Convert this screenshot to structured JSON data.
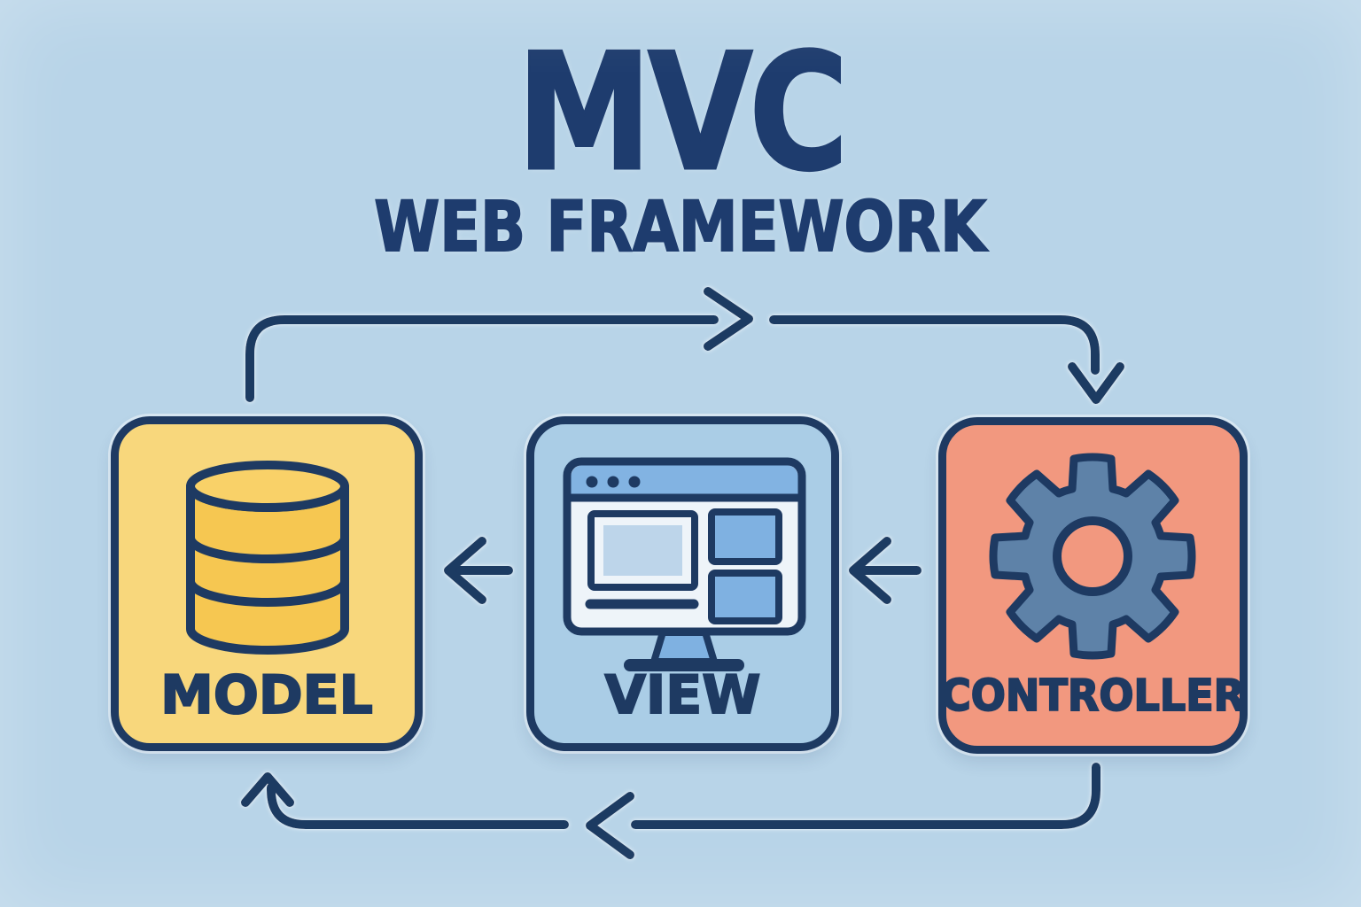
{
  "title": "MVC",
  "subtitle": "WEB FRAMEWORK",
  "boxes": [
    {
      "id": "model",
      "label": "MODEL",
      "icon": "database-icon"
    },
    {
      "id": "view",
      "label": "VIEW",
      "icon": "monitor-icon"
    },
    {
      "id": "controller",
      "label": "CONTROLLER",
      "icon": "gear-icon"
    }
  ],
  "arrows": [
    {
      "name": "model-to-controller-top",
      "from": "model",
      "to": "controller",
      "direction": "up-right-down"
    },
    {
      "name": "controller-to-view",
      "from": "controller",
      "to": "view",
      "direction": "left"
    },
    {
      "name": "view-to-model",
      "from": "view",
      "to": "model",
      "direction": "left"
    },
    {
      "name": "controller-to-model-bottom",
      "from": "controller",
      "to": "model",
      "direction": "down-left-up"
    }
  ],
  "colors": {
    "background": "#b8d4e8",
    "navy": "#1e3a62",
    "title-navy": "#1e3c6e",
    "model-fill": "#f8d77c",
    "model-icon-fill": "#f6c751",
    "model-icon-top": "#f9d168",
    "view-fill": "#aacde6",
    "view-topbar": "#82b3e2",
    "view-screen": "#eef4f9",
    "view-block": "#7fb1e1",
    "view-block-large": "#bdd5ea",
    "controller-fill": "#f2987f",
    "gear-fill": "#5e82a8"
  }
}
